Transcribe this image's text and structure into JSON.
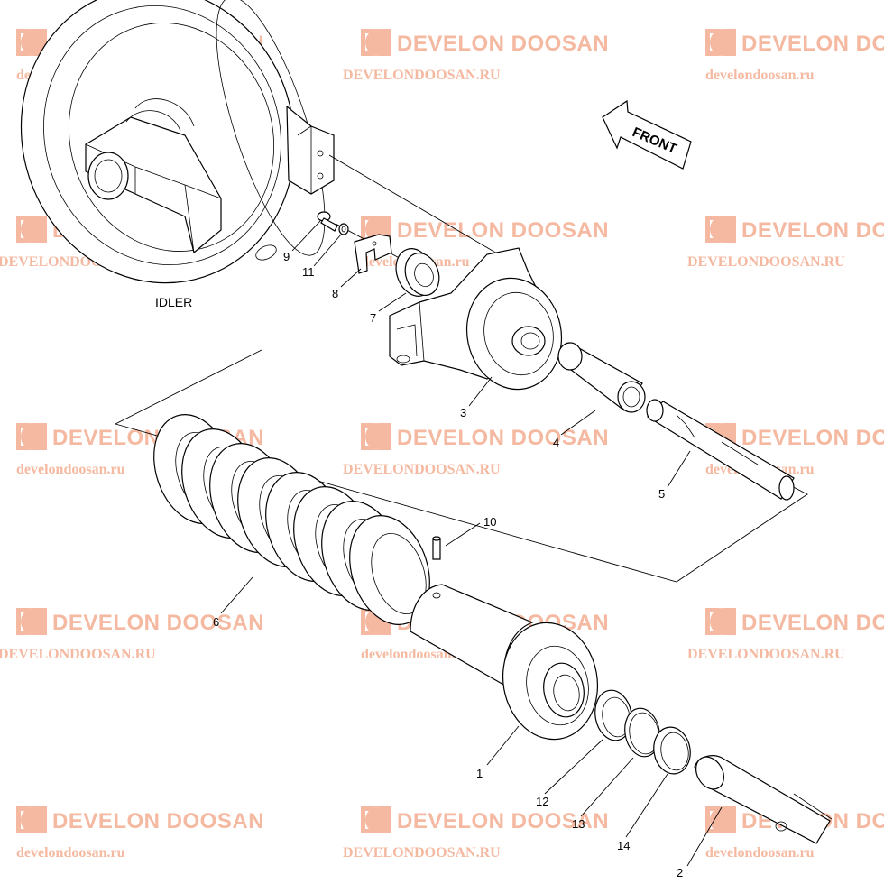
{
  "diagram": {
    "title": "IDLER",
    "direction_label": "FRONT",
    "callouts": [
      {
        "id": "1",
        "text": "1"
      },
      {
        "id": "2",
        "text": "2"
      },
      {
        "id": "3",
        "text": "3"
      },
      {
        "id": "4",
        "text": "4"
      },
      {
        "id": "5",
        "text": "5"
      },
      {
        "id": "6",
        "text": "6"
      },
      {
        "id": "7",
        "text": "7"
      },
      {
        "id": "8",
        "text": "8"
      },
      {
        "id": "9",
        "text": "9"
      },
      {
        "id": "10",
        "text": "10"
      },
      {
        "id": "11",
        "text": "11"
      },
      {
        "id": "12",
        "text": "12"
      },
      {
        "id": "13",
        "text": "13"
      },
      {
        "id": "14",
        "text": "14"
      }
    ]
  },
  "watermark": {
    "brand": "DEVELON DOOSAN",
    "url_lower": "develondoosan.ru",
    "url_upper": "DEVELONDOOSAN.RU",
    "color": "#f4b9a0"
  }
}
